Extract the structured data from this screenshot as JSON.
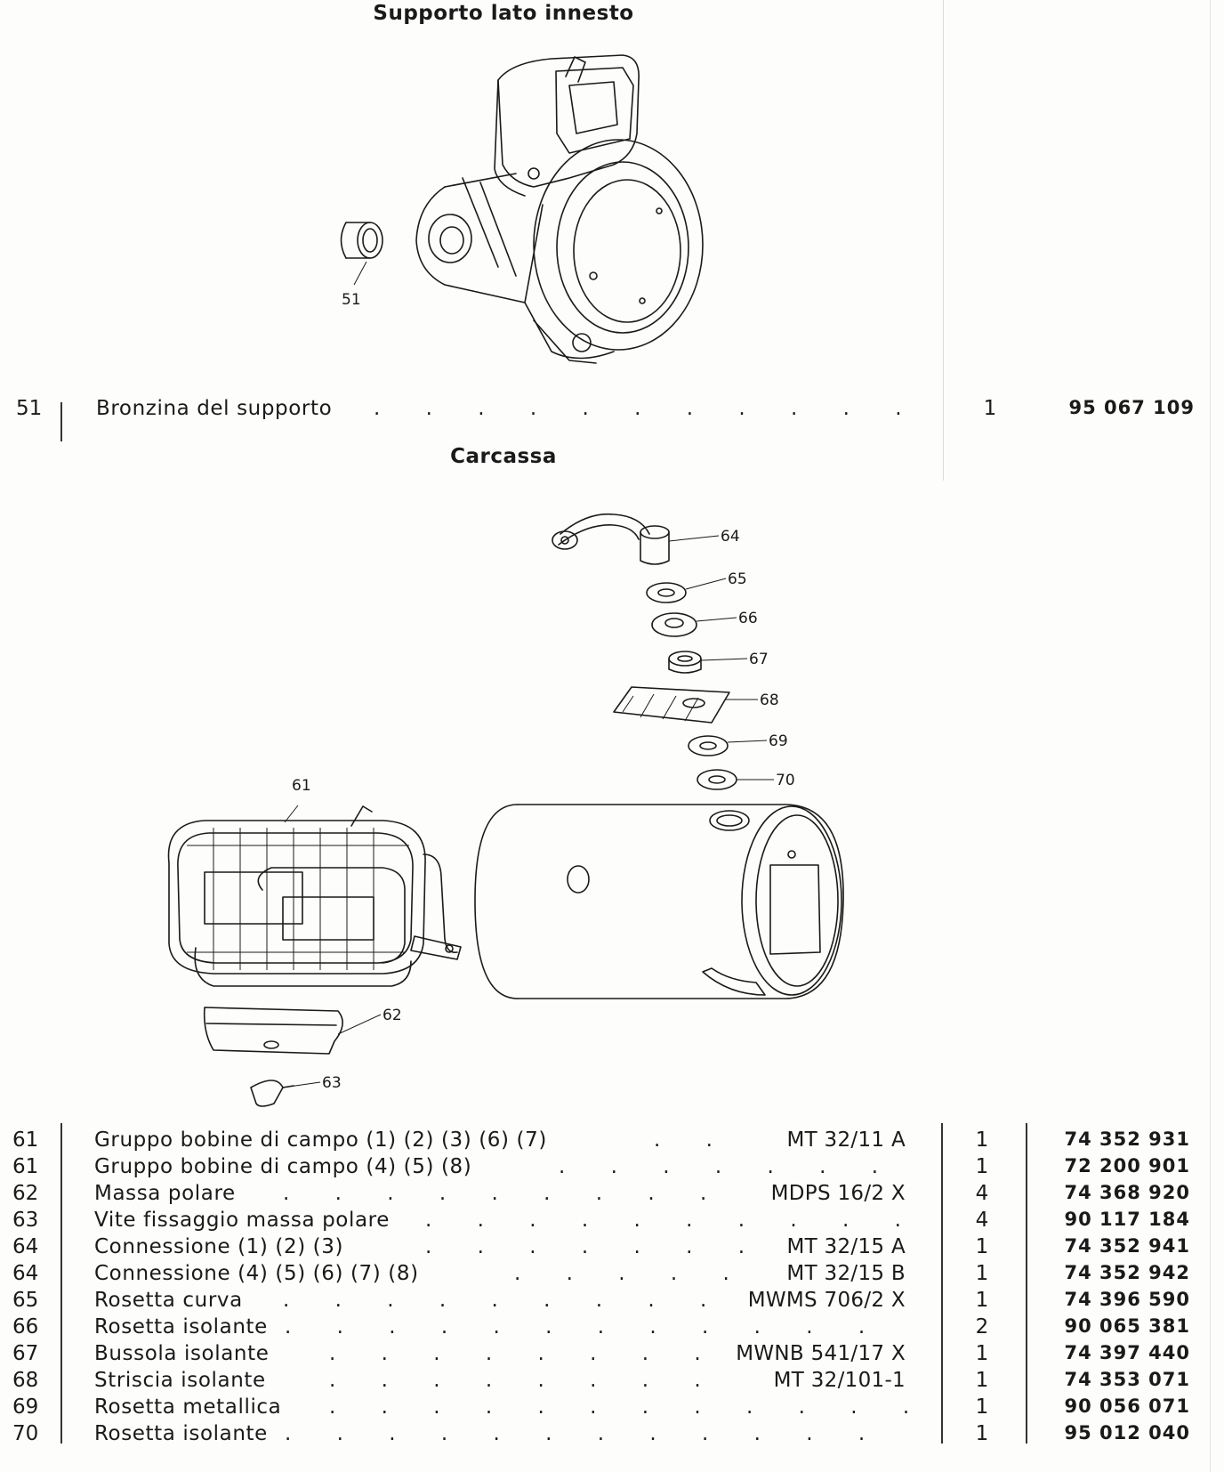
{
  "sections": [
    {
      "title": "Supporto lato innesto",
      "callouts": [
        "51"
      ],
      "rows": [
        {
          "pos": "51",
          "description": "Bronzina del supporto",
          "reference": "",
          "qty": "1",
          "code": "95 067 109"
        }
      ]
    },
    {
      "title": "Carcassa",
      "callouts": [
        "64",
        "65",
        "66",
        "67",
        "68",
        "69",
        "70",
        "61",
        "62",
        "63"
      ],
      "rows": [
        {
          "pos": "61",
          "description": "Gruppo bobine di campo (1) (2) (3) (6) (7)",
          "reference": "MT 32/11 A",
          "qty": "1",
          "code": "74 352 931"
        },
        {
          "pos": "61",
          "description": "Gruppo bobine di campo (4) (5) (8)",
          "reference": "",
          "qty": "1",
          "code": "72 200 901"
        },
        {
          "pos": "62",
          "description": "Massa polare",
          "reference": "MDPS 16/2 X",
          "qty": "4",
          "code": "74 368 920"
        },
        {
          "pos": "63",
          "description": "Vite fissaggio massa polare",
          "reference": "",
          "qty": "4",
          "code": "90 117 184"
        },
        {
          "pos": "64",
          "description": "Connessione (1) (2) (3)",
          "reference": "MT 32/15 A",
          "qty": "1",
          "code": "74 352 941"
        },
        {
          "pos": "64",
          "description": "Connessione (4) (5) (6) (7) (8)",
          "reference": "MT 32/15 B",
          "qty": "1",
          "code": "74 352 942"
        },
        {
          "pos": "65",
          "description": "Rosetta curva",
          "reference": "MWMS 706/2 X",
          "qty": "1",
          "code": "74 396 590"
        },
        {
          "pos": "66",
          "description": "Rosetta isolante",
          "reference": "",
          "qty": "2",
          "code": "90 065 381"
        },
        {
          "pos": "67",
          "description": "Bussola isolante",
          "reference": "MWNB 541/17 X",
          "qty": "1",
          "code": "74 397 440"
        },
        {
          "pos": "68",
          "description": "Striscia isolante",
          "reference": "MT 32/101-1",
          "qty": "1",
          "code": "74 353 071"
        },
        {
          "pos": "69",
          "description": "Rosetta metallica",
          "reference": "",
          "qty": "1",
          "code": "90 056 071"
        },
        {
          "pos": "70",
          "description": "Rosetta isolante",
          "reference": "",
          "qty": "1",
          "code": "95 012 040"
        }
      ]
    }
  ]
}
